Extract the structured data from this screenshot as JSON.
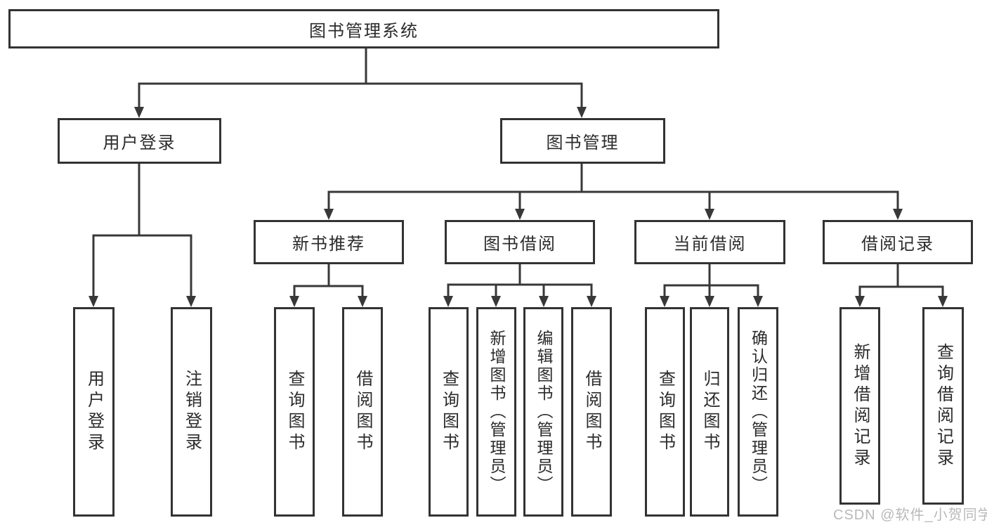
{
  "diagram": {
    "root": {
      "label": "图书管理系统"
    },
    "level2": {
      "user_login": {
        "label": "用户登录"
      },
      "book_mgmt": {
        "label": "图书管理"
      }
    },
    "level3": {
      "new_book": {
        "label": "新书推荐"
      },
      "borrow": {
        "label": "图书借阅"
      },
      "current": {
        "label": "当前借阅"
      },
      "record": {
        "label": "借阅记录"
      }
    },
    "leaves": {
      "user_login": [
        "用户登录",
        "注销登录"
      ],
      "new_book": [
        "查询图书",
        "借阅图书"
      ],
      "borrow": [
        "查询图书",
        "新增图书（管理员）",
        "编辑图书（管理员）",
        "借阅图书"
      ],
      "current": [
        "查询图书",
        "归还图书",
        "确认归还（管理员）"
      ],
      "record": [
        "新增借阅记录",
        "查询借阅记录"
      ]
    }
  },
  "watermark": "CSDN @软件_小贺同学",
  "colors": {
    "line": "#383838",
    "border": "#333333",
    "text": "#2b2b2b",
    "watermark_gray": "#b8b8b8",
    "background": "#ffffff"
  }
}
